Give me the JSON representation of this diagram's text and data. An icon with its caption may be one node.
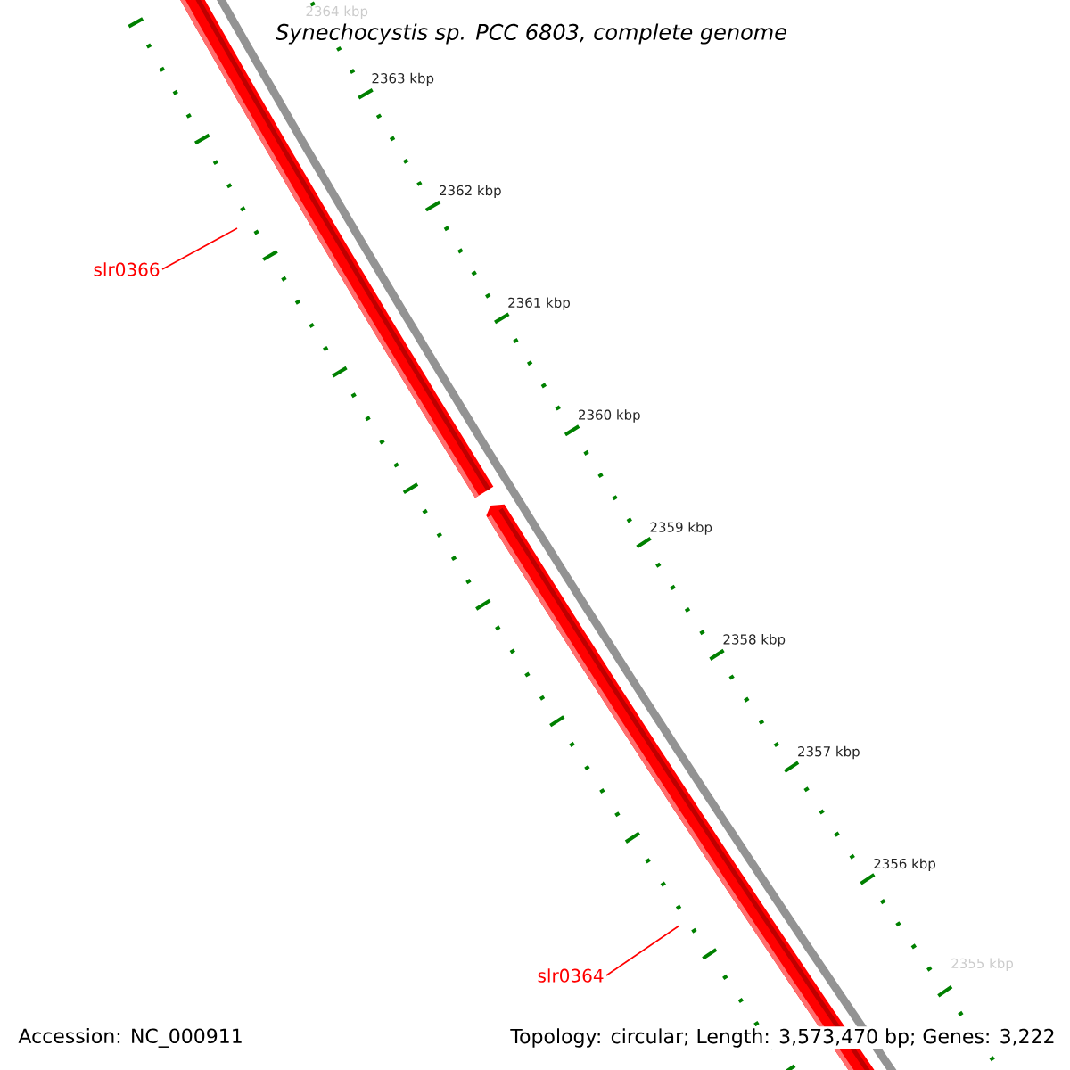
{
  "diagram": {
    "title": "Synechocystis sp. PCC 6803, complete genome",
    "nodes": [
      {
        "text": [
          "slr0366"
        ]
      },
      {
        "text": [
          "slr0364"
        ]
      }
    ],
    "edges": [
      {
        "from": 0,
        "to": null,
        "arrow": "none"
      },
      {
        "from": 1,
        "to": null,
        "arrow": "none"
      }
    ],
    "labels": [
      "2364 kbp",
      "2363 kbp",
      "2362 kbp",
      "2361 kbp",
      "2360 kbp",
      "2359 kbp",
      "2358 kbp",
      "2357 kbp",
      "2356 kbp",
      "2355 kbp",
      "Accession: NC_000911",
      "Topology: circular; Length: 3,573,470 bp; Genes: 3,222"
    ]
  }
}
